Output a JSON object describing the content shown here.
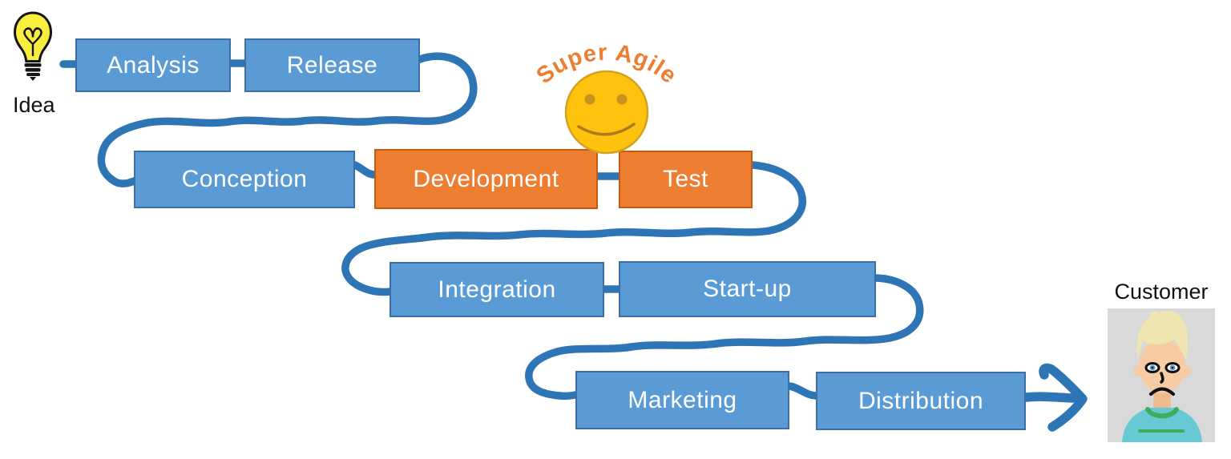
{
  "labels": {
    "idea": "Idea",
    "customer": "Customer",
    "super_agile": "Super Agile"
  },
  "stages": [
    {
      "label": "Analysis",
      "color": "blue"
    },
    {
      "label": "Release",
      "color": "blue"
    },
    {
      "label": "Conception",
      "color": "blue"
    },
    {
      "label": "Development",
      "color": "orange"
    },
    {
      "label": "Test",
      "color": "orange"
    },
    {
      "label": "Integration",
      "color": "blue"
    },
    {
      "label": "Start-up",
      "color": "blue"
    },
    {
      "label": "Marketing",
      "color": "blue"
    },
    {
      "label": "Distribution",
      "color": "blue"
    }
  ],
  "icons": {
    "start": "lightbulb-icon",
    "mascot": "smiley-face-icon",
    "flow_end": "arrow-right-icon",
    "end_user": "sad-customer-avatar"
  },
  "colors": {
    "stage_blue": "#5B9BD5",
    "stage_blue_border": "#3E6FA3",
    "stage_orange": "#ED7D31",
    "stage_orange_border": "#C55A11",
    "stage_text": "#FFFFFF",
    "connector": "#2E75B6",
    "label_text": "#111111",
    "agile_text": "#ED7D31",
    "smiley_fill": "#FFC20E",
    "smiley_stroke": "#D6A020",
    "smiley_feature": "#C9941E",
    "smiley_mouth": "#AB7B1C",
    "bulb_yellow": "#F7EE3E",
    "avatar_bg": "#D9D9D9",
    "avatar_skin": "#F7CBA4",
    "avatar_neck": "#EFBC92",
    "avatar_hair": "#EFE5B0",
    "avatar_shirt": "#67C9D3",
    "avatar_collar": "#3FAE5C",
    "avatar_iris": "#5B9BD5"
  }
}
